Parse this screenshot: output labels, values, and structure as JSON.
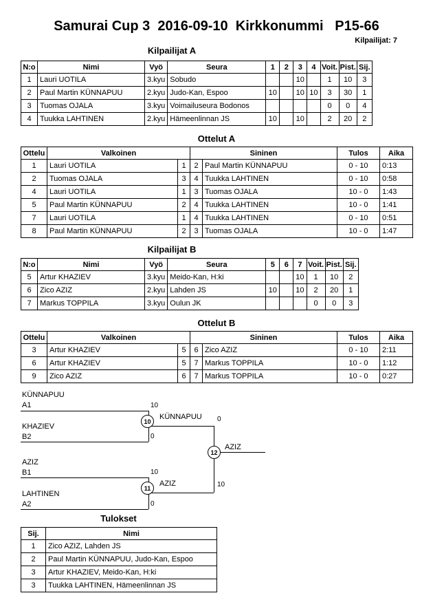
{
  "page": {
    "title": "Samurai Cup 3  2016-09-10  Kirkkonummi   P15-66",
    "competitors_label": "Kilpailijat: 7"
  },
  "pool_a": {
    "heading": "Kilpailijat A",
    "headers": {
      "no": "N:o",
      "name": "Nimi",
      "belt": "Vyö",
      "club": "Seura",
      "c1": "1",
      "c2": "2",
      "c3": "3",
      "c4": "4",
      "wins": "Voit.",
      "points": "Pist.",
      "place": "Sij."
    },
    "rows": [
      {
        "no": "1",
        "name": "Lauri UOTILA",
        "belt": "3.kyu",
        "club": "Sobudo",
        "c1": "",
        "c2": "",
        "c3": "10",
        "c4": "",
        "wins": "1",
        "points": "10",
        "place": "3"
      },
      {
        "no": "2",
        "name": "Paul Martin KÜNNAPUU",
        "belt": "2.kyu",
        "club": "Judo-Kan, Espoo",
        "c1": "10",
        "c2": "",
        "c3": "10",
        "c4": "10",
        "wins": "3",
        "points": "30",
        "place": "1"
      },
      {
        "no": "3",
        "name": "Tuomas OJALA",
        "belt": "3.kyu",
        "club": "Voimailuseura Bodonos",
        "c1": "",
        "c2": "",
        "c3": "",
        "c4": "",
        "wins": "0",
        "points": "0",
        "place": "4"
      },
      {
        "no": "4",
        "name": "Tuukka LAHTINEN",
        "belt": "2.kyu",
        "club": "Hämeenlinnan JS",
        "c1": "10",
        "c2": "",
        "c3": "10",
        "c4": "",
        "wins": "2",
        "points": "20",
        "place": "2"
      }
    ]
  },
  "matches_a": {
    "heading": "Ottelut A",
    "headers": {
      "match": "Ottelu",
      "white": "Valkoinen",
      "blue": "Sininen",
      "result": "Tulos",
      "time": "Aika"
    },
    "rows": [
      {
        "match": "1",
        "white": "Lauri UOTILA",
        "wno": "1",
        "bno": "2",
        "blue": "Paul Martin KÜNNAPUU",
        "result": "0 - 10",
        "time": "0:13"
      },
      {
        "match": "2",
        "white": "Tuomas OJALA",
        "wno": "3",
        "bno": "4",
        "blue": "Tuukka LAHTINEN",
        "result": "0 - 10",
        "time": "0:58"
      },
      {
        "match": "4",
        "white": "Lauri UOTILA",
        "wno": "1",
        "bno": "3",
        "blue": "Tuomas OJALA",
        "result": "10 - 0",
        "time": "1:43"
      },
      {
        "match": "5",
        "white": "Paul Martin KÜNNAPUU",
        "wno": "2",
        "bno": "4",
        "blue": "Tuukka LAHTINEN",
        "result": "10 - 0",
        "time": "1:41"
      },
      {
        "match": "7",
        "white": "Lauri UOTILA",
        "wno": "1",
        "bno": "4",
        "blue": "Tuukka LAHTINEN",
        "result": "0 - 10",
        "time": "0:51"
      },
      {
        "match": "8",
        "white": "Paul Martin KÜNNAPUU",
        "wno": "2",
        "bno": "3",
        "blue": "Tuomas OJALA",
        "result": "10 - 0",
        "time": "1:47"
      }
    ]
  },
  "pool_b": {
    "heading": "Kilpailijat B",
    "headers": {
      "no": "N:o",
      "name": "Nimi",
      "belt": "Vyö",
      "club": "Seura",
      "c1": "5",
      "c2": "6",
      "c3": "7",
      "wins": "Voit.",
      "points": "Pist.",
      "place": "Sij."
    },
    "rows": [
      {
        "no": "5",
        "name": "Artur KHAZIEV",
        "belt": "3.kyu",
        "club": "Meido-Kan, H:ki",
        "c1": "",
        "c2": "",
        "c3": "10",
        "wins": "1",
        "points": "10",
        "place": "2"
      },
      {
        "no": "6",
        "name": "Zico AZIZ",
        "belt": "2.kyu",
        "club": "Lahden JS",
        "c1": "10",
        "c2": "",
        "c3": "10",
        "wins": "2",
        "points": "20",
        "place": "1"
      },
      {
        "no": "7",
        "name": "Markus TOPPILA",
        "belt": "3.kyu",
        "club": "Oulun JK",
        "c1": "",
        "c2": "",
        "c3": "",
        "wins": "0",
        "points": "0",
        "place": "3"
      }
    ]
  },
  "matches_b": {
    "heading": "Ottelut B",
    "headers": {
      "match": "Ottelu",
      "white": "Valkoinen",
      "blue": "Sininen",
      "result": "Tulos",
      "time": "Aika"
    },
    "rows": [
      {
        "match": "3",
        "white": "Artur KHAZIEV",
        "wno": "5",
        "bno": "6",
        "blue": "Zico AZIZ",
        "result": "0 - 10",
        "time": "2:11"
      },
      {
        "match": "6",
        "white": "Artur KHAZIEV",
        "wno": "5",
        "bno": "7",
        "blue": "Markus TOPPILA",
        "result": "10 - 0",
        "time": "1:12"
      },
      {
        "match": "9",
        "white": "Zico AZIZ",
        "wno": "6",
        "bno": "7",
        "blue": "Markus TOPPILA",
        "result": "10 - 0",
        "time": "0:27"
      }
    ]
  },
  "bracket": {
    "sf1": {
      "match_no": "10",
      "top_name": "KÜNNAPUU",
      "top_seed": "A1",
      "top_score": "10",
      "bottom_name": "KHAZIEV",
      "bottom_seed": "B2",
      "bottom_score": "0",
      "winner": "KÜNNAPUU"
    },
    "sf2": {
      "match_no": "11",
      "top_name": "AZIZ",
      "top_seed": "B1",
      "top_score": "10",
      "bottom_name": "LAHTINEN",
      "bottom_seed": "A2",
      "bottom_score": "0",
      "winner": "AZIZ"
    },
    "final": {
      "match_no": "12",
      "top_score": "0",
      "bottom_score": "10",
      "winner": "AZIZ"
    }
  },
  "results": {
    "heading": "Tulokset",
    "headers": {
      "place": "Sij.",
      "name": "Nimi"
    },
    "rows": [
      {
        "place": "1",
        "name": "Zico AZIZ, Lahden JS"
      },
      {
        "place": "2",
        "name": "Paul Martin KÜNNAPUU, Judo-Kan, Espoo"
      },
      {
        "place": "3",
        "name": "Artur KHAZIEV, Meido-Kan, H:ki"
      },
      {
        "place": "3",
        "name": "Tuukka LAHTINEN, Hämeenlinnan JS"
      }
    ]
  }
}
